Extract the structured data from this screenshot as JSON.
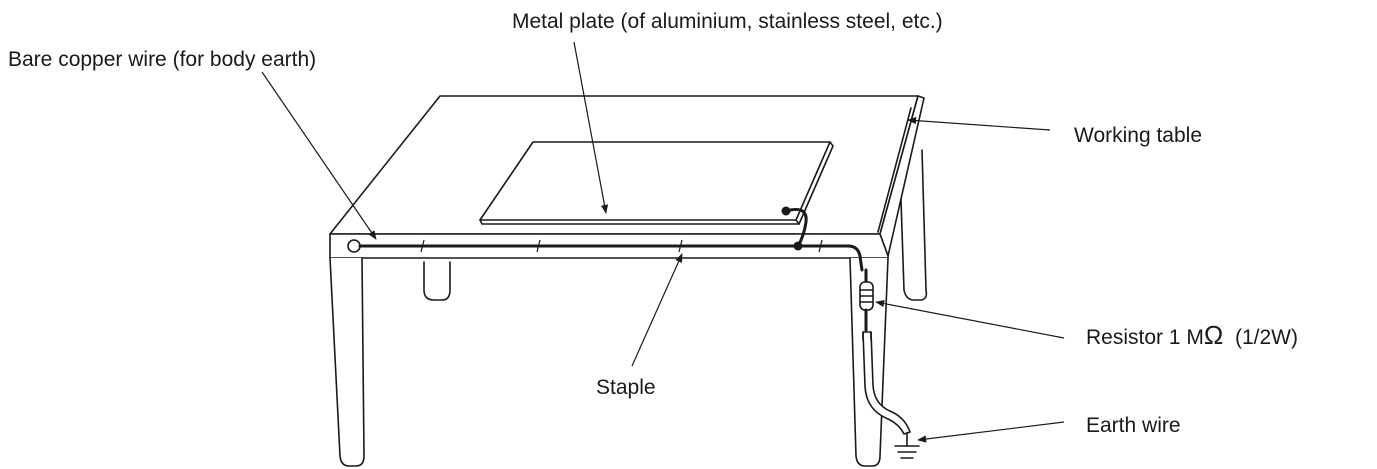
{
  "labels": {
    "metal_plate": "Metal plate (of aluminium, stainless steel, etc.)",
    "copper_wire": "Bare copper wire (for body earth)",
    "working_table": "Working table",
    "resistor_prefix": "Resistor 1 M",
    "resistor_symbol": "Ω",
    "resistor_suffix": "  (1/2W)",
    "staple": "Staple",
    "earth_wire": "Earth wire"
  }
}
